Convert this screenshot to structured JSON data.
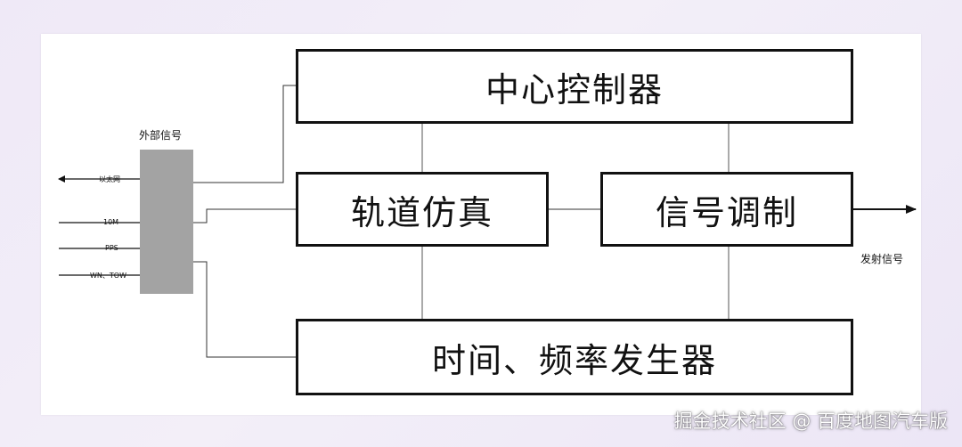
{
  "diagram": {
    "external_signals": {
      "title": "外部信号",
      "inputs": [
        "以太网",
        "10M",
        "PPS",
        "WN、TOW"
      ]
    },
    "blocks": {
      "central_controller": "中心控制器",
      "orbit_simulation": "轨道仿真",
      "signal_modulation": "信号调制",
      "time_frequency_generator": "时间、频率发生器"
    },
    "output_label": "发射信号"
  },
  "watermark": "掘金技术社区 @ 百度地图汽车版"
}
